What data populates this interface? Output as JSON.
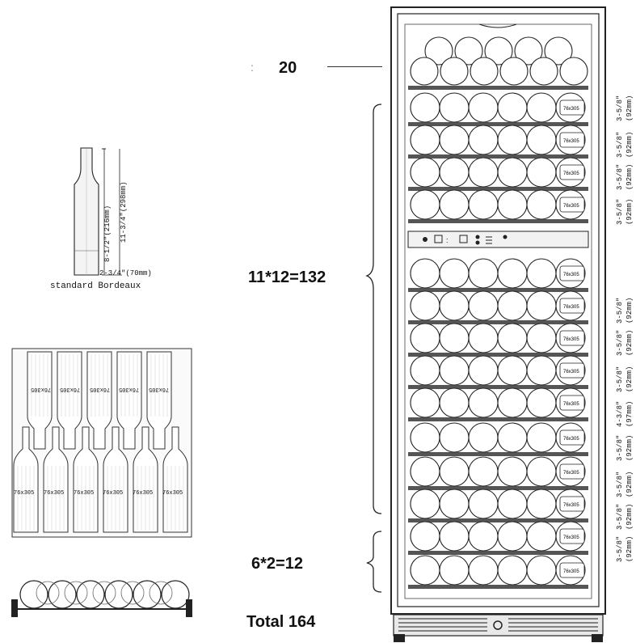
{
  "capacity": {
    "top_count": "20",
    "middle_formula": "11*12=132",
    "bottom_formula": "6*2=12",
    "total": "Total 164"
  },
  "bottle": {
    "height_short": "8-1/2\"(216mm)",
    "height_full": "11-3/4\"(298mm)",
    "diameter": "2-3/4\"(70mm)",
    "caption": "standard Bordeaux"
  },
  "shelf_tag": "76x305",
  "spacing_labels": [
    "3-5/8\"",
    "3-5/8\"",
    "3-5/8\"",
    "3-5/8\"",
    "(92mm)",
    "(92mm)",
    "(92mm)",
    "(92mm)",
    "3-5/8\"",
    "3-5/8\"",
    "3-5/8\"",
    "4-3/8\"",
    "3-5/8\"",
    "3-5/8\"",
    "3-5/8\"",
    "(92mm)",
    "(92mm)",
    "(92mm)",
    "(97mm)",
    "(92mm)",
    "(92mm)",
    "(92mm)",
    "3-5/8\"",
    "(92mm)"
  ]
}
